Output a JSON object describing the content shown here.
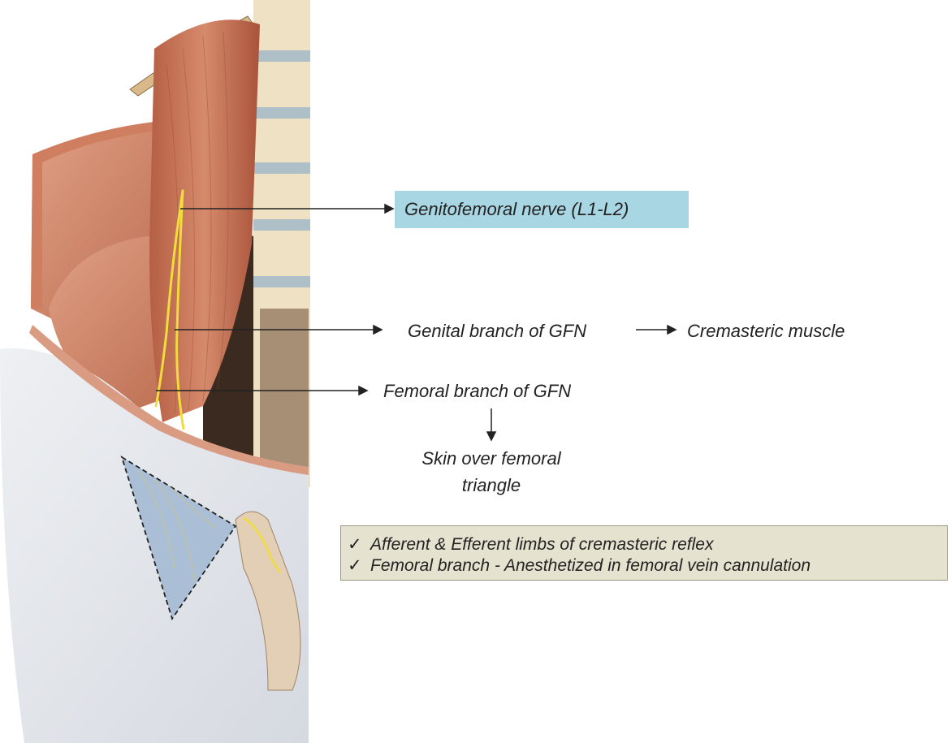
{
  "nerve_label": "Genitofemoral nerve (L1-L2)",
  "genital_branch": "Genital branch of GFN",
  "genital_target": "Cremasteric muscle",
  "femoral_branch": "Femoral branch of GFN",
  "femoral_target": "Skin over femoral triangle",
  "notes": {
    "check_icon": "check-mark",
    "items": [
      "Afferent & Efferent limbs of cremasteric reflex",
      "Femoral branch - Anesthetized in femoral vein cannulation"
    ]
  },
  "colors": {
    "highlight": "#a9d6e3",
    "notes_bg": "#e5e2cf",
    "nerve": "#f0dc3c",
    "muscle": "#c8765a",
    "fascia": "#e4e7ec",
    "femoral_triangle": "#aabfd6",
    "vertebra": "#efe2c4"
  }
}
